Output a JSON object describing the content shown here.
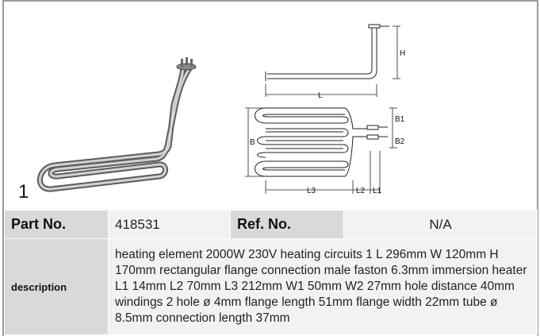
{
  "figure": {
    "number": "1",
    "dimension_labels": {
      "H": "H",
      "L": "L",
      "B": "B",
      "B1": "B1",
      "B2": "B2",
      "L1": "L1",
      "L2": "L2",
      "L3": "L3"
    }
  },
  "table": {
    "part_no_label": "Part No.",
    "part_no_value": "418531",
    "ref_no_label": "Ref. No.",
    "ref_no_value": "N/A",
    "description_label": "description",
    "description_value": "heating element  2000W 230V heating circuits 1 L 296mm W 120mm H 170mm rectangular flange connection male faston 6.3mm immersion heater L1 14mm L2 70mm L3 212mm W1 50mm W2 27mm hole distance 40mm windings 2 hole ø 4mm flange length 51mm flange width 22mm tube ø 8.5mm connection length 37mm"
  }
}
